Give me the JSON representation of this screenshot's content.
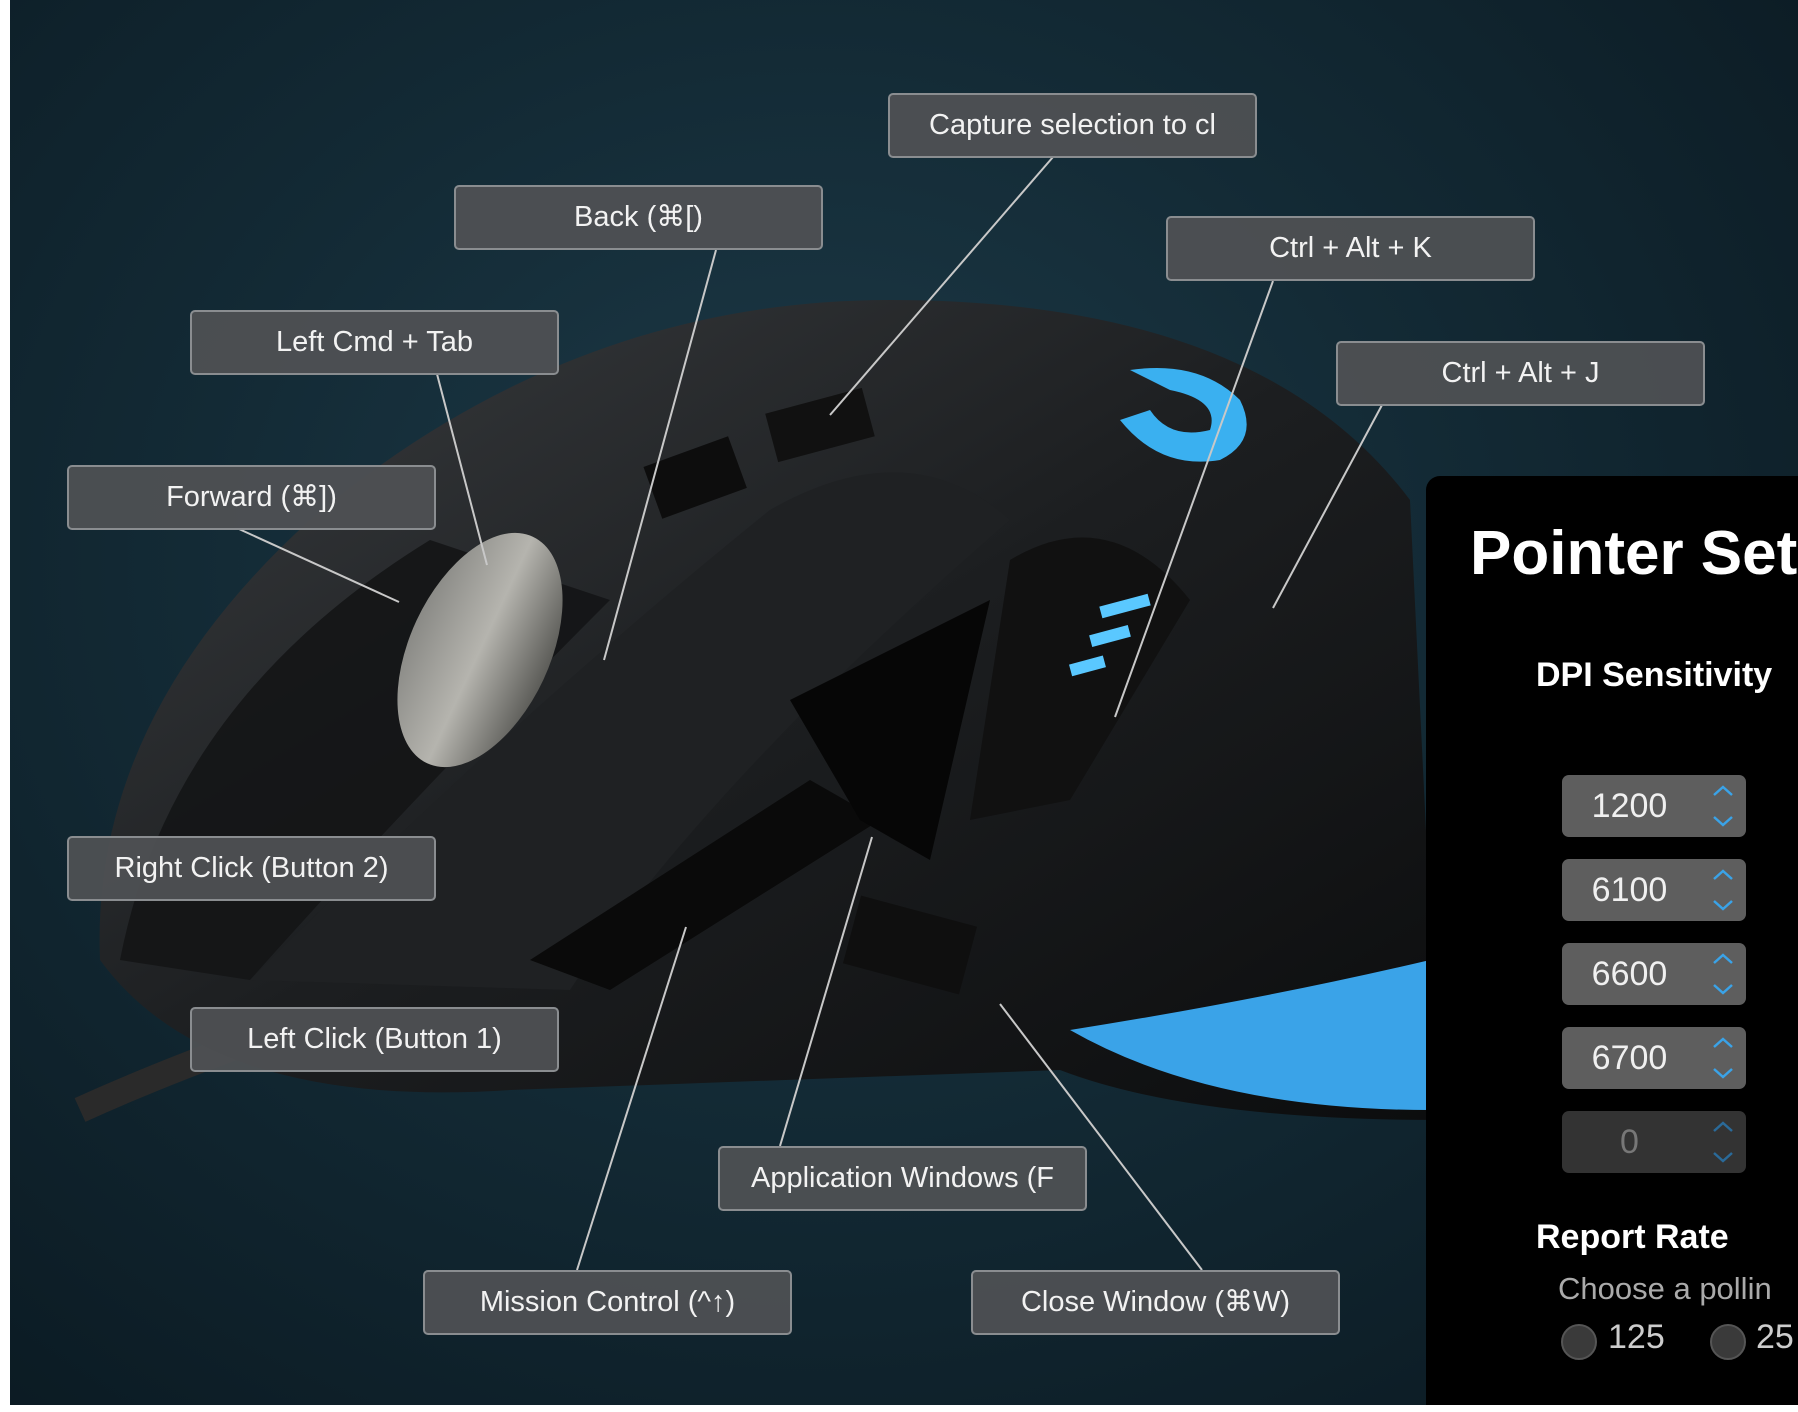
{
  "labels": {
    "capture": "Capture selection to cl",
    "back": "Back (⌘[)",
    "left_cmd_tab": "Left Cmd + Tab",
    "forward": "Forward (⌘])",
    "ctrl_alt_k": "Ctrl + Alt + K",
    "ctrl_alt_j": "Ctrl + Alt + J",
    "right_click": "Right Click (Button 2)",
    "left_click": "Left Click (Button 1)",
    "app_windows": "Application Windows (F",
    "mission_control": "Mission Control  (^↑)",
    "close_window": "Close Window (⌘W)"
  },
  "panel": {
    "title": "Pointer Set",
    "dpi_heading": "DPI Sensitivity",
    "dpi_values": [
      "1200",
      "6100",
      "6600",
      "6700",
      "0"
    ],
    "report_heading": "Report Rate",
    "report_sub": "Choose a pollin",
    "rates": [
      "125",
      "25"
    ]
  },
  "colors": {
    "accent": "#3aa3e8",
    "label_bg": "#4e5053",
    "panel_bg": "#000000"
  }
}
